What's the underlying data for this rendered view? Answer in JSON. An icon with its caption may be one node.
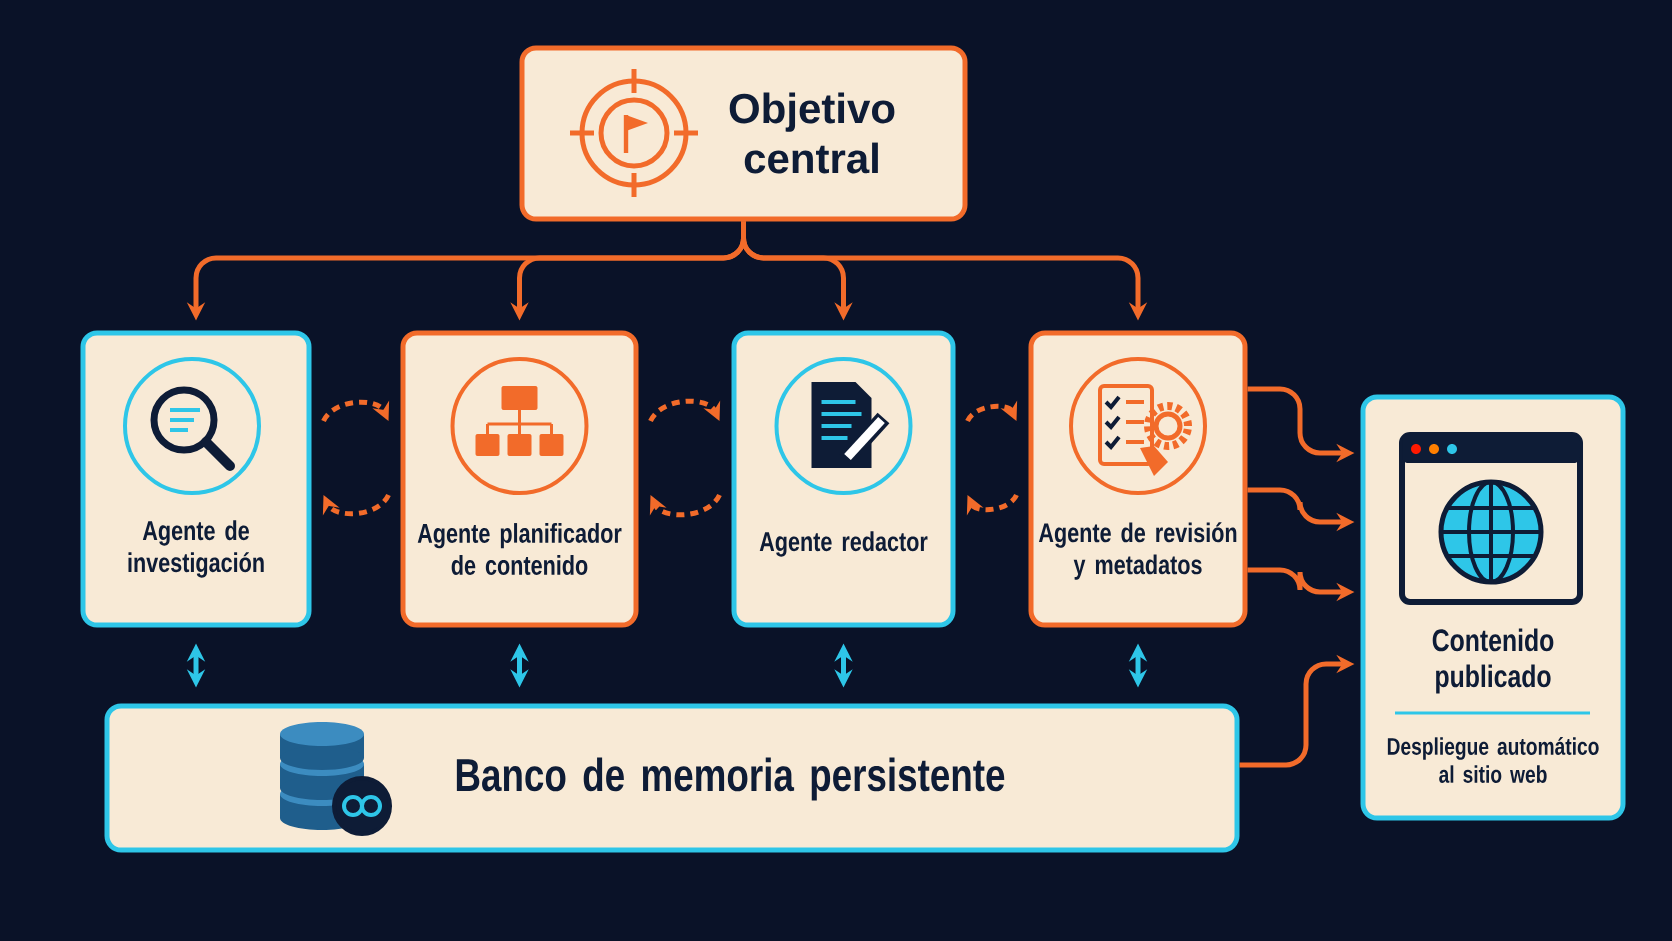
{
  "diagram": {
    "nodes": [
      {
        "text": [
          "Objetivo central"
        ]
      },
      {
        "text": [
          "Agente de investigación"
        ]
      },
      {
        "text": [
          "Agente planificador de contenido"
        ]
      },
      {
        "text": [
          "Agente redactor"
        ]
      },
      {
        "text": [
          "Agente de revisión y metadatos"
        ]
      },
      {
        "text": [
          "Banco de memoria persistente"
        ]
      },
      {
        "text": [
          "Contenido publicado",
          "Despliegue automático al sitio web"
        ]
      }
    ],
    "edges": [
      {
        "from": 0,
        "to": 1,
        "arrow": "to"
      },
      {
        "from": 0,
        "to": 2,
        "arrow": "to"
      },
      {
        "from": 0,
        "to": 3,
        "arrow": "to"
      },
      {
        "from": 0,
        "to": 4,
        "arrow": "to"
      },
      {
        "from": 1,
        "to": 2,
        "arrow": "to",
        "style": "dashed"
      },
      {
        "from": 2,
        "to": 1,
        "arrow": "to",
        "style": "dashed"
      },
      {
        "from": 2,
        "to": 3,
        "arrow": "to",
        "style": "dashed"
      },
      {
        "from": 3,
        "to": 2,
        "arrow": "to",
        "style": "dashed"
      },
      {
        "from": 3,
        "to": 4,
        "arrow": "to",
        "style": "dashed"
      },
      {
        "from": 4,
        "to": 3,
        "arrow": "to",
        "style": "dashed"
      },
      {
        "from": 1,
        "to": 5,
        "arrow": "both",
        "color": "#2ec6e8"
      },
      {
        "from": 2,
        "to": 5,
        "arrow": "both",
        "color": "#2ec6e8"
      },
      {
        "from": 3,
        "to": 5,
        "arrow": "both",
        "color": "#2ec6e8"
      },
      {
        "from": 4,
        "to": 5,
        "arrow": "both",
        "color": "#2ec6e8"
      },
      {
        "from": 4,
        "to": 6,
        "arrow": "to"
      },
      {
        "from": 4,
        "to": 6,
        "arrow": "to"
      },
      {
        "from": 4,
        "to": 6,
        "arrow": "to"
      },
      {
        "from": 5,
        "to": 6,
        "arrow": "to"
      }
    ]
  }
}
